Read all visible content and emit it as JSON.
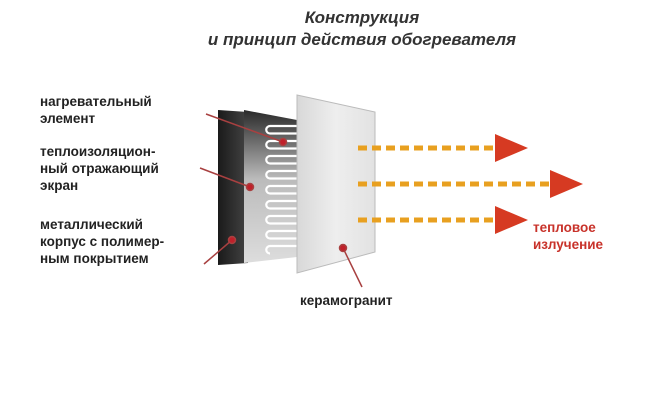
{
  "title": {
    "line1": "Конструкция",
    "line2": "и принцип действия обогревателя"
  },
  "labels": {
    "heating_element": [
      "нагревательный",
      "элемент"
    ],
    "reflective_screen": [
      "теплоизоляцион-",
      "ный отражающий",
      "экран"
    ],
    "metal_case": [
      "металлический",
      "корпус с полимер-",
      "ным покрытием"
    ],
    "ceramic": "керамогранит",
    "heat_radiation": [
      "тепловое",
      "излучение"
    ]
  },
  "colors": {
    "arrow": "#d63a22",
    "dash": "#e8a020",
    "label_red": "#c8322a",
    "pointer": "#a84040"
  }
}
